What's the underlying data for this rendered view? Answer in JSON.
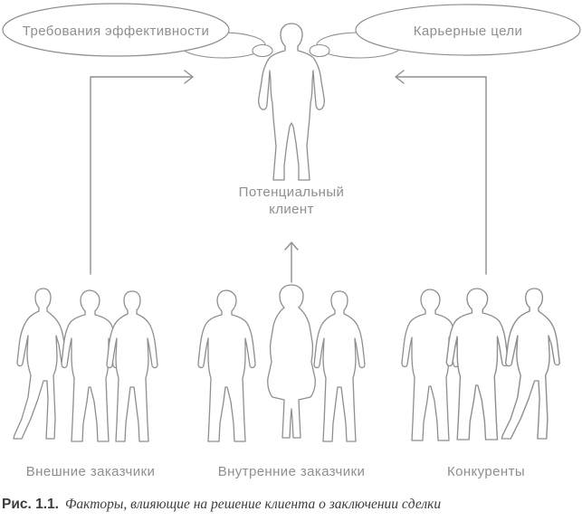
{
  "figure": {
    "thought_bubbles": {
      "left": "Требования эффективности",
      "right": "Карьерные цели"
    },
    "center_label": "Потенциальный клиент",
    "groups": [
      {
        "label": "Внешние заказчики",
        "people_count": 3
      },
      {
        "label": "Внутренние заказчики",
        "people_count": 3
      },
      {
        "label": "Конкуренты",
        "people_count": 3
      }
    ],
    "colors": {
      "line": "#8e8e8e",
      "diagram_text": "#8f8f8f",
      "caption_text": "#3c3c3c",
      "background": "#ffffff"
    }
  },
  "caption": {
    "number": "Рис. 1.1.",
    "text": "Факторы, влияющие на решение клиента о заключении сделки"
  }
}
